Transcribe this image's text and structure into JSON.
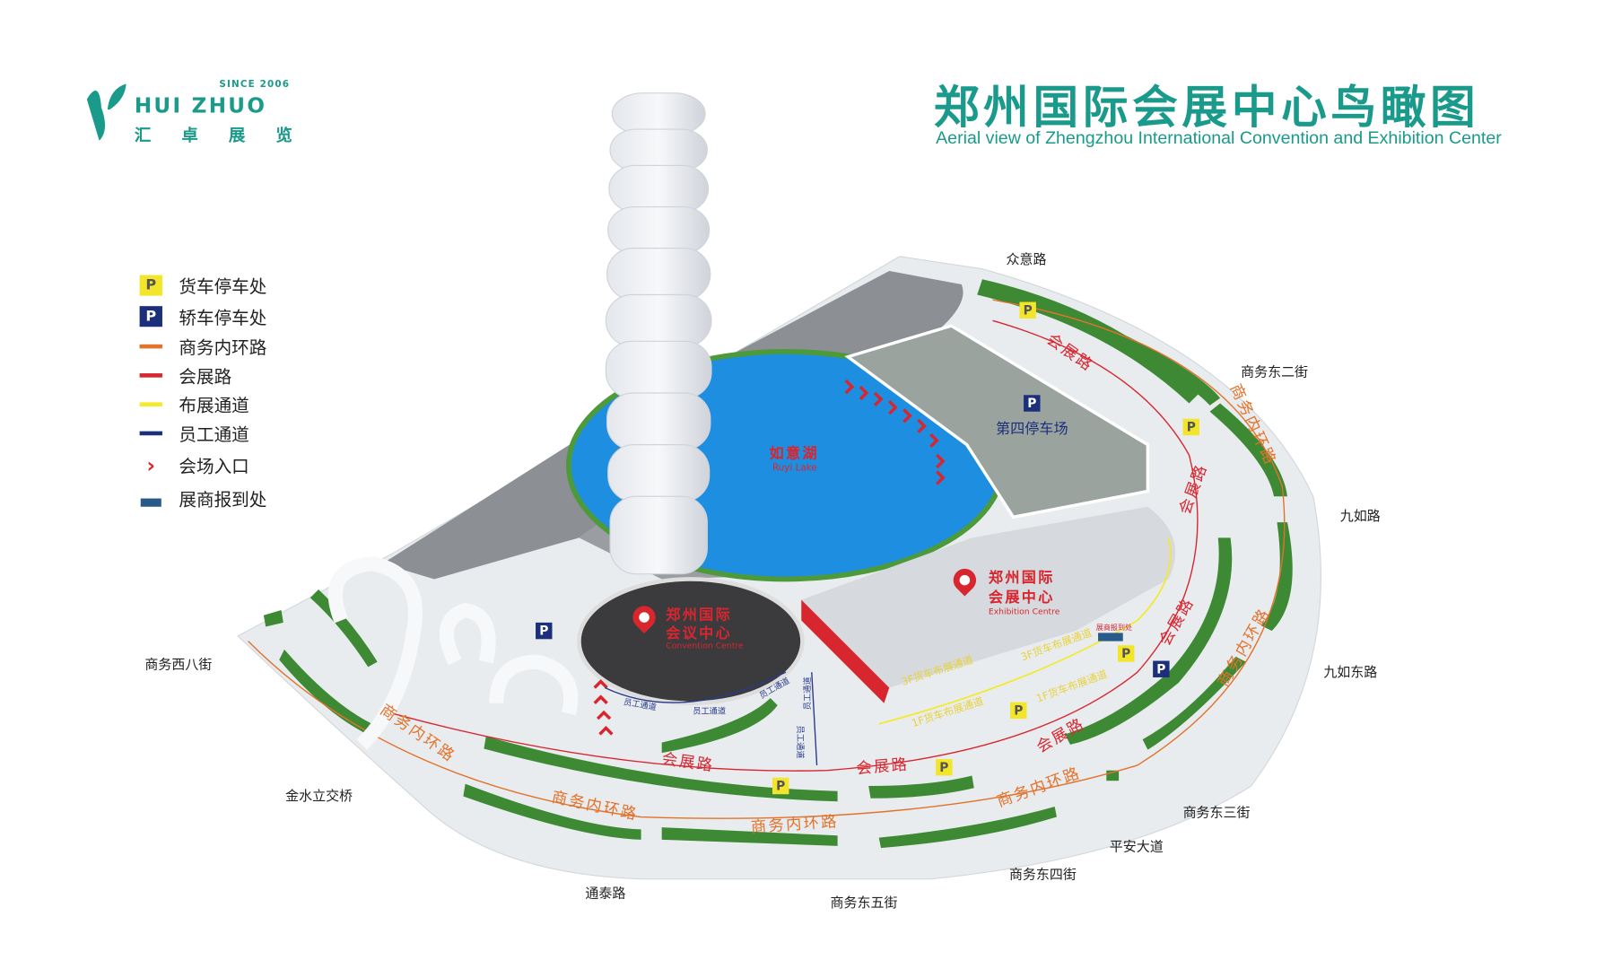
{
  "header": {
    "logo": {
      "since": "SINCE 2006",
      "brand_en": "HUI ZHUO",
      "brand_cn": "汇 卓 展 览"
    },
    "title": "郑州国际会展中心鸟瞰图",
    "subtitle": "Aerial view of Zhengzhou International Convention and Exhibition Center"
  },
  "legend": [
    {
      "icon": "truck-parking-icon",
      "label": "货车停车处",
      "color": "#f3e62a"
    },
    {
      "icon": "car-parking-icon",
      "label": "轿车停车处",
      "color": "#1c2f7a"
    },
    {
      "icon": "line",
      "label": "商务内环路",
      "color": "#e2722a"
    },
    {
      "icon": "line",
      "label": "会展路",
      "color": "#d8262f"
    },
    {
      "icon": "line",
      "label": "布展通道",
      "color": "#f3ea2a"
    },
    {
      "icon": "line",
      "label": "员工通道",
      "color": "#1c2f7a"
    },
    {
      "icon": "entrance-chevron-icon",
      "label": "会场入口",
      "color": "#d8262f"
    },
    {
      "icon": "registration-desk-icon",
      "label": "展商报到处",
      "color": "#2a5a8a"
    }
  ],
  "streets": [
    "众意路",
    "商务东二街",
    "九如路",
    "九如东路",
    "商务东三街",
    "平安大道",
    "商务东四街",
    "商务东五街",
    "通泰路",
    "金水立交桥",
    "商务西八街"
  ],
  "roads": {
    "exhibition_road": "会展路",
    "inner_ring": "商务内环路"
  },
  "places": {
    "lake_cn": "如意湖",
    "lake_en": "Ruyi Lake",
    "parking4": "第四停车场",
    "exhibition_cn1": "郑州国际",
    "exhibition_cn2": "会展中心",
    "exhibition_en": "Exhibition Centre",
    "convention_cn1": "郑州国际",
    "convention_cn2": "会议中心",
    "convention_en": "Convention Centre",
    "staff_passage": "员工通道",
    "truck_1f": "1F货车布展通道",
    "truck_3f": "3F货车布展通道",
    "registration": "展商报到处"
  },
  "parking_letter": "P"
}
